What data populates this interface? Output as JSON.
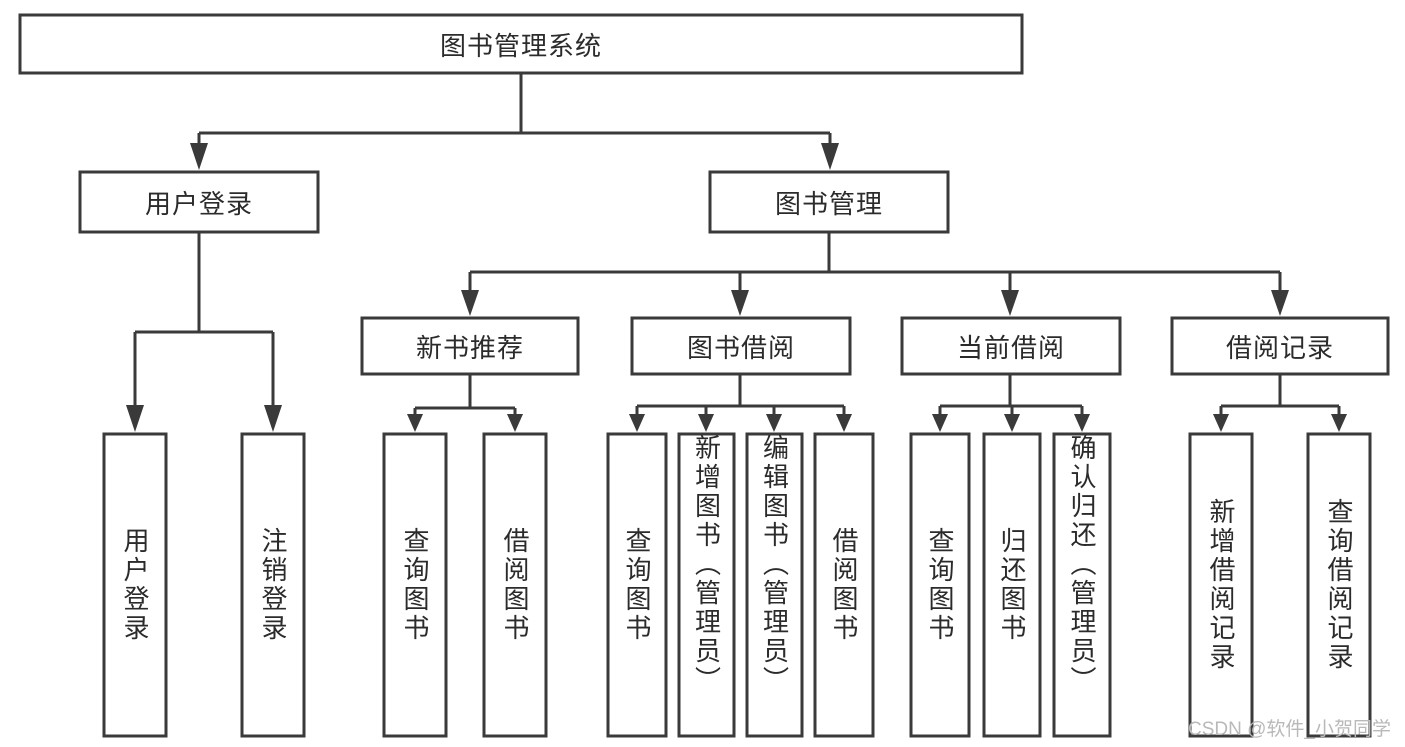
{
  "diagram": {
    "type": "tree-hierarchy-chart",
    "title": "图书管理系统",
    "orientation": "top-down",
    "colors": {
      "box_stroke": "#3a3a3a",
      "box_fill": "#ffffff",
      "connector": "#3a3a3a",
      "text": "#2b2b2b",
      "background": "#ffffff",
      "watermark": "#b9b9b9"
    },
    "nodes": {
      "root": {
        "label": "图书管理系统",
        "level": 0,
        "orientation": "horizontal"
      },
      "level1": [
        {
          "label": "用户登录",
          "orientation": "horizontal"
        },
        {
          "label": "图书管理",
          "orientation": "horizontal"
        }
      ],
      "level2": [
        {
          "label": "新书推荐",
          "orientation": "horizontal"
        },
        {
          "label": "图书借阅",
          "orientation": "horizontal"
        },
        {
          "label": "当前借阅",
          "orientation": "horizontal"
        },
        {
          "label": "借阅记录",
          "orientation": "horizontal"
        }
      ],
      "leaves": {
        "user_login": [
          {
            "label": "用户登录",
            "orientation": "vertical"
          },
          {
            "label": "注销登录",
            "orientation": "vertical"
          }
        ],
        "new_book_recommend": [
          {
            "label": "查询图书",
            "orientation": "vertical"
          },
          {
            "label": "借阅图书",
            "orientation": "vertical"
          }
        ],
        "book_borrow": [
          {
            "label": "查询图书",
            "orientation": "vertical"
          },
          {
            "label": "新增图书（管理员）",
            "orientation": "vertical"
          },
          {
            "label": "编辑图书（管理员）",
            "orientation": "vertical"
          },
          {
            "label": "借阅图书",
            "orientation": "vertical"
          }
        ],
        "current_borrow": [
          {
            "label": "查询图书",
            "orientation": "vertical"
          },
          {
            "label": "归还图书",
            "orientation": "vertical"
          },
          {
            "label": "确认归还（管理员）",
            "orientation": "vertical"
          }
        ],
        "borrow_record": [
          {
            "label": "新增借阅记录",
            "orientation": "vertical"
          },
          {
            "label": "查询借阅记录",
            "orientation": "vertical"
          }
        ]
      }
    },
    "watermark": "CSDN @软件_小贺同学"
  }
}
